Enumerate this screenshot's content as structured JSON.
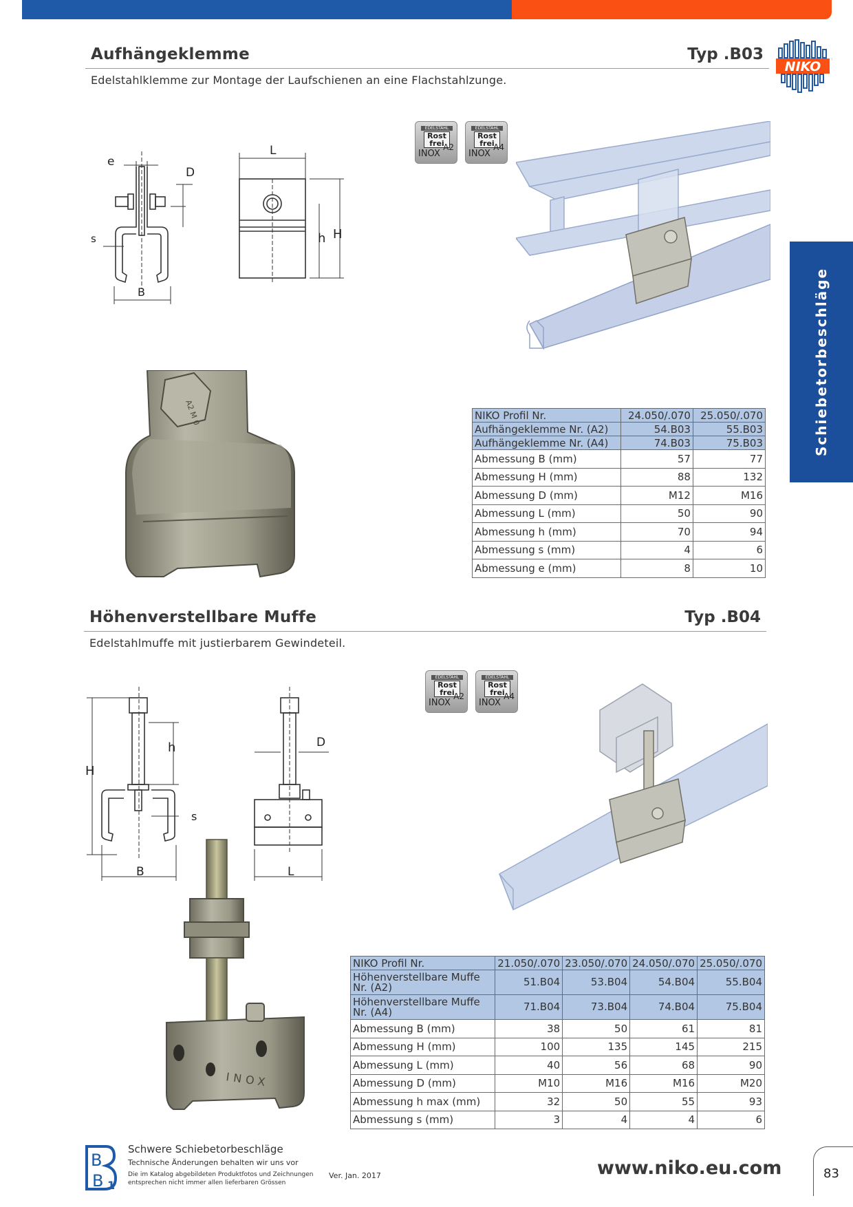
{
  "section1": {
    "title": "Aufhängeklemme",
    "type": "Typ .B03",
    "subtitle": "Edelstahlklemme zur Montage der Laufschienen an eine Flachstahlzunge.",
    "dims": {
      "e": "e",
      "D": "D",
      "s": "s",
      "B": "B",
      "L": "L",
      "h": "h",
      "H": "H"
    },
    "table": {
      "header": [
        "NIKO Profil Nr.",
        "24.050/.070",
        "25.050/.070"
      ],
      "rows": [
        [
          "Aufhängeklemme Nr. (A2)",
          "54.B03",
          "55.B03"
        ],
        [
          "Aufhängeklemme Nr. (A4)",
          "74.B03",
          "75.B03"
        ],
        [
          "Abmessung B (mm)",
          "57",
          "77"
        ],
        [
          "Abmessung H (mm)",
          "88",
          "132"
        ],
        [
          "Abmessung D (mm)",
          "M12",
          "M16"
        ],
        [
          "Abmessung L (mm)",
          "50",
          "90"
        ],
        [
          "Abmessung h (mm)",
          "70",
          "94"
        ],
        [
          "Abmessung s (mm)",
          "4",
          "6"
        ],
        [
          "Abmessung e (mm)",
          "8",
          "10"
        ]
      ]
    }
  },
  "section2": {
    "title": "Höhenverstellbare Muffe",
    "type": "Typ .B04",
    "subtitle": "Edelstahlmuffe mit justierbarem Gewindeteil.",
    "dims": {
      "H": "H",
      "h": "h",
      "D": "D",
      "s": "s",
      "B": "B",
      "L": "L"
    },
    "table": {
      "header": [
        "NIKO Profil Nr.",
        "21.050/.070",
        "23.050/.070",
        "24.050/.070",
        "25.050/.070"
      ],
      "rows": [
        [
          "Höhenverstellbare Muffe Nr. (A2)",
          "51.B04",
          "53.B04",
          "54.B04",
          "55.B04"
        ],
        [
          "Höhenverstellbare Muffe Nr. (A4)",
          "71.B04",
          "73.B04",
          "74.B04",
          "75.B04"
        ],
        [
          "Abmessung B (mm)",
          "38",
          "50",
          "61",
          "81"
        ],
        [
          "Abmessung H (mm)",
          "100",
          "135",
          "145",
          "215"
        ],
        [
          "Abmessung L (mm)",
          "40",
          "56",
          "68",
          "90"
        ],
        [
          "Abmessung D (mm)",
          "M10",
          "M16",
          "M16",
          "M20"
        ],
        [
          "Abmessung h max (mm)",
          "32",
          "50",
          "55",
          "93"
        ],
        [
          "Abmessung s (mm)",
          "3",
          "4",
          "4",
          "6"
        ]
      ]
    }
  },
  "badges": {
    "top": "EDELSTAHL",
    "mid1": "Rost",
    "mid2": "frei",
    "inox": "INOX",
    "grade_a2": "A2",
    "grade_a4": "A4"
  },
  "photo_marks": {
    "clamp_stamp": "A2 M 0",
    "muffe_stamp": "INOX"
  },
  "logo": {
    "text": "NIKO",
    "mark": "®"
  },
  "side_tab": "Schiebetorbeschläge",
  "footer": {
    "title": "Schwere Schiebetorbeschläge",
    "note": "Technische Änderungen behalten wir uns vor",
    "small1": "Die im Katalog abgebildeten Produktfotos und Zeichnungen",
    "small2": "entsprechen nicht immer allen lieferbaren Grössen",
    "version": "Ver. Jan. 2017",
    "url": "www.niko.eu.com",
    "page": "83",
    "logo_letters": "B",
    "logo_sub": "1"
  },
  "colors": {
    "blue": "#1e5aa8",
    "orange": "#fa5014",
    "table_highlight": "#b2c7e3",
    "tab_blue": "#1c4f9b"
  }
}
